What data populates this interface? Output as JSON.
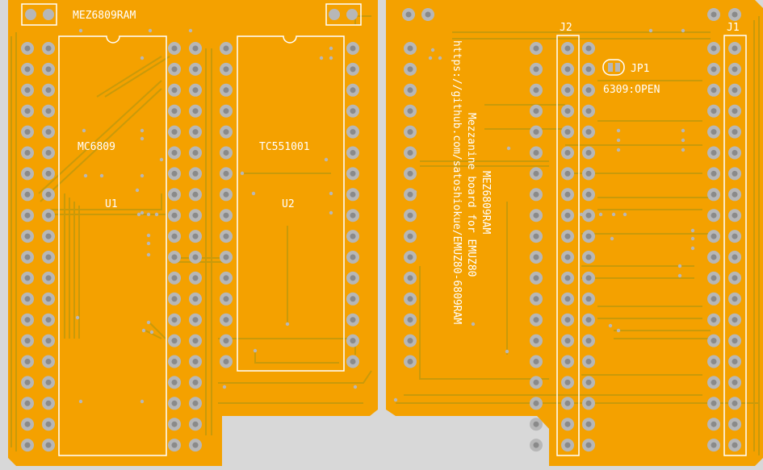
{
  "colors": {
    "board": "#f4a100",
    "trace": "#c99a0a",
    "pad": "#b7b7b7",
    "silk": "#ffffff",
    "gap": "#d8d8d8"
  },
  "front": {
    "title": "MEZ6809RAM",
    "u1_part": "MC6809",
    "u1_ref": "U1",
    "u2_part": "TC551001",
    "u2_ref": "U2"
  },
  "back": {
    "header_left": "J2",
    "header_right": "J1",
    "jumper_ref": "JP1",
    "jumper_note": "6309:OPEN",
    "text_line1": "MEZ6809RAM",
    "text_line2": "Mezzanine board for EMUZ80",
    "text_line3": "https://github.com/satoshiokue/EMUZ80-6809RAM"
  }
}
